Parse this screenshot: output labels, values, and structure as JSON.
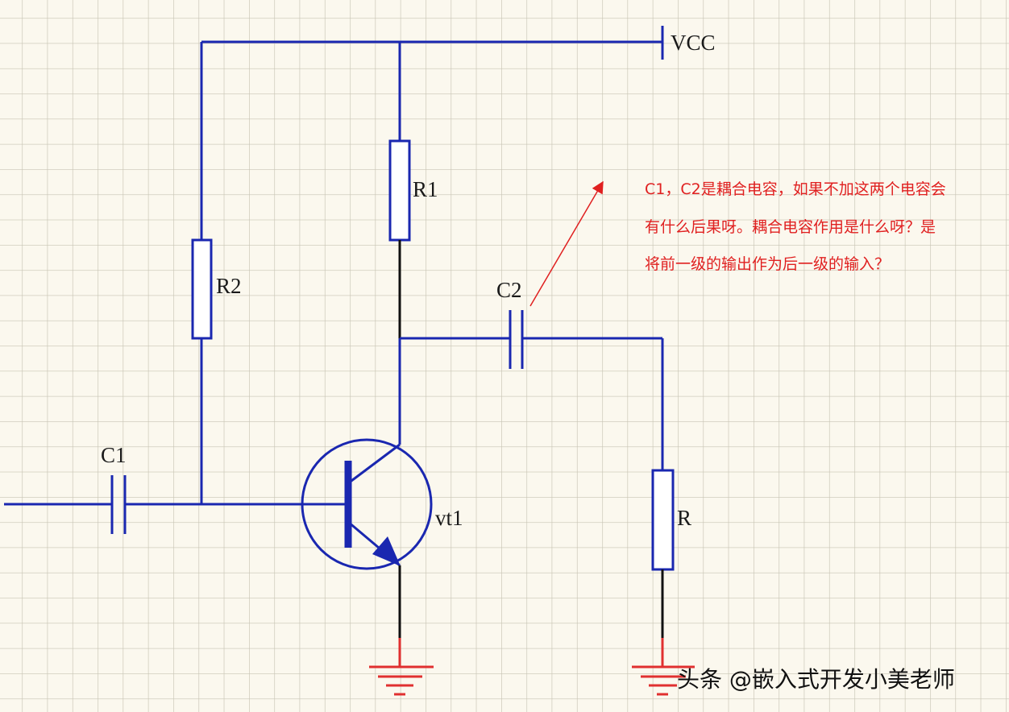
{
  "colors": {
    "background": "#fbf8ee",
    "grid": "#c8c4b4",
    "wire_blue": "#1a27b0",
    "wire_black": "#111111",
    "ground_red": "#e03030",
    "note_red": "#e02020"
  },
  "supply": {
    "label": "VCC"
  },
  "components": {
    "r1": {
      "label": "R1"
    },
    "r2": {
      "label": "R2"
    },
    "c1": {
      "label": "C1"
    },
    "c2": {
      "label": "C2"
    },
    "r_load": {
      "label": "R"
    },
    "transistor": {
      "label": "vt1"
    }
  },
  "annotation": {
    "lines": [
      "C1，C2是耦合电容，如果不加这两个电容会",
      "有什么后果呀。耦合电容作用是什么呀？是",
      "将前一级的输出作为后一级的输入？"
    ]
  },
  "watermark": {
    "text": "头条 @嵌入式开发小美老师"
  }
}
